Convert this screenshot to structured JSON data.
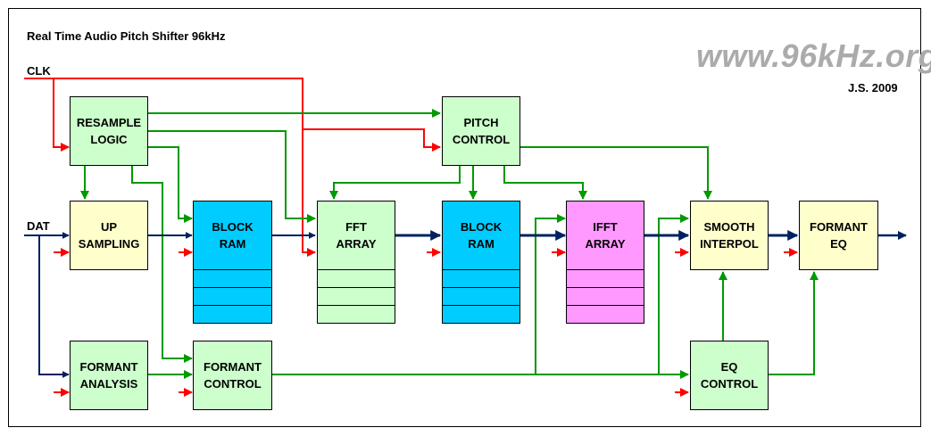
{
  "title": "Real Time Audio Pitch Shifter 96kHz",
  "watermark": "www.96kHz.org",
  "author": "J.S. 2009",
  "inputs": {
    "clk": "CLK",
    "dat": "DAT"
  },
  "blocks": {
    "resample_logic": "RESAMPLE\nLOGIC",
    "up_sampling": "UP\nSAMPLING",
    "block_ram_1": "BLOCK\nRAM",
    "fft_array": "FFT\nARRAY",
    "pitch_control": "PITCH\nCONTROL",
    "block_ram_2": "BLOCK\nRAM",
    "ifft_array": "IFFT\nARRAY",
    "smooth_interpol": "SMOOTH\nINTERPOL",
    "formant_eq": "FORMANT\nEQ",
    "formant_analysis": "FORMANT\nANALYSIS",
    "formant_control": "FORMANT\nCONTROL",
    "eq_control": "EQ\nCONTROL"
  },
  "colors": {
    "clock": "#ff0000",
    "control": "#009900",
    "data": "#002060",
    "block_green": "#ccffcc",
    "block_yellow": "#ffffcc",
    "block_cyan": "#00ccff",
    "block_pink": "#ff99ff",
    "watermark": "#ababab"
  }
}
